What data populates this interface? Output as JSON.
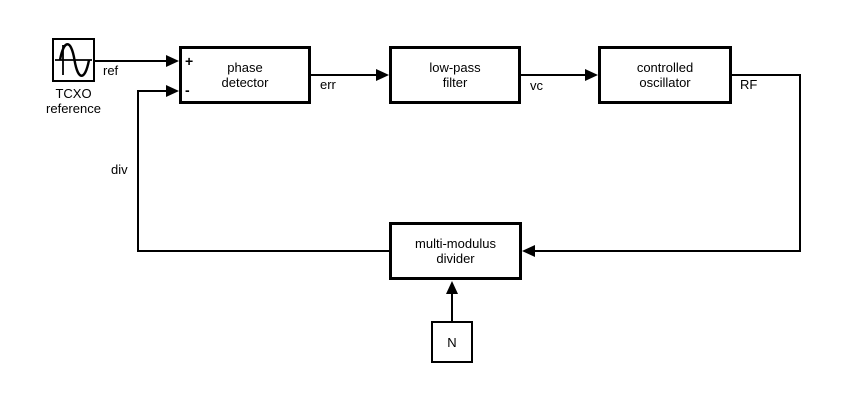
{
  "colors": {
    "background": "#ffffff",
    "line": "#000000",
    "block_fill": "#ffffff",
    "text": "#000000"
  },
  "source": {
    "caption_line1": "TCXO",
    "caption_line2": "reference",
    "icon": "sine-wave-icon"
  },
  "blocks": {
    "phase_detector": {
      "line1": "phase",
      "line2": "detector"
    },
    "low_pass_filter": {
      "line1": "low-pass",
      "line2": "filter"
    },
    "controlled_oscillator": {
      "line1": "controlled",
      "line2": "oscillator"
    },
    "multi_modulus_divider": {
      "line1": "multi-modulus",
      "line2": "divider"
    },
    "n_constant": {
      "label": "N"
    }
  },
  "ports": {
    "plus": "+",
    "minus": "-"
  },
  "signals": {
    "ref": "ref",
    "err": "err",
    "vc": "vc",
    "rf": "RF",
    "div": "div"
  }
}
